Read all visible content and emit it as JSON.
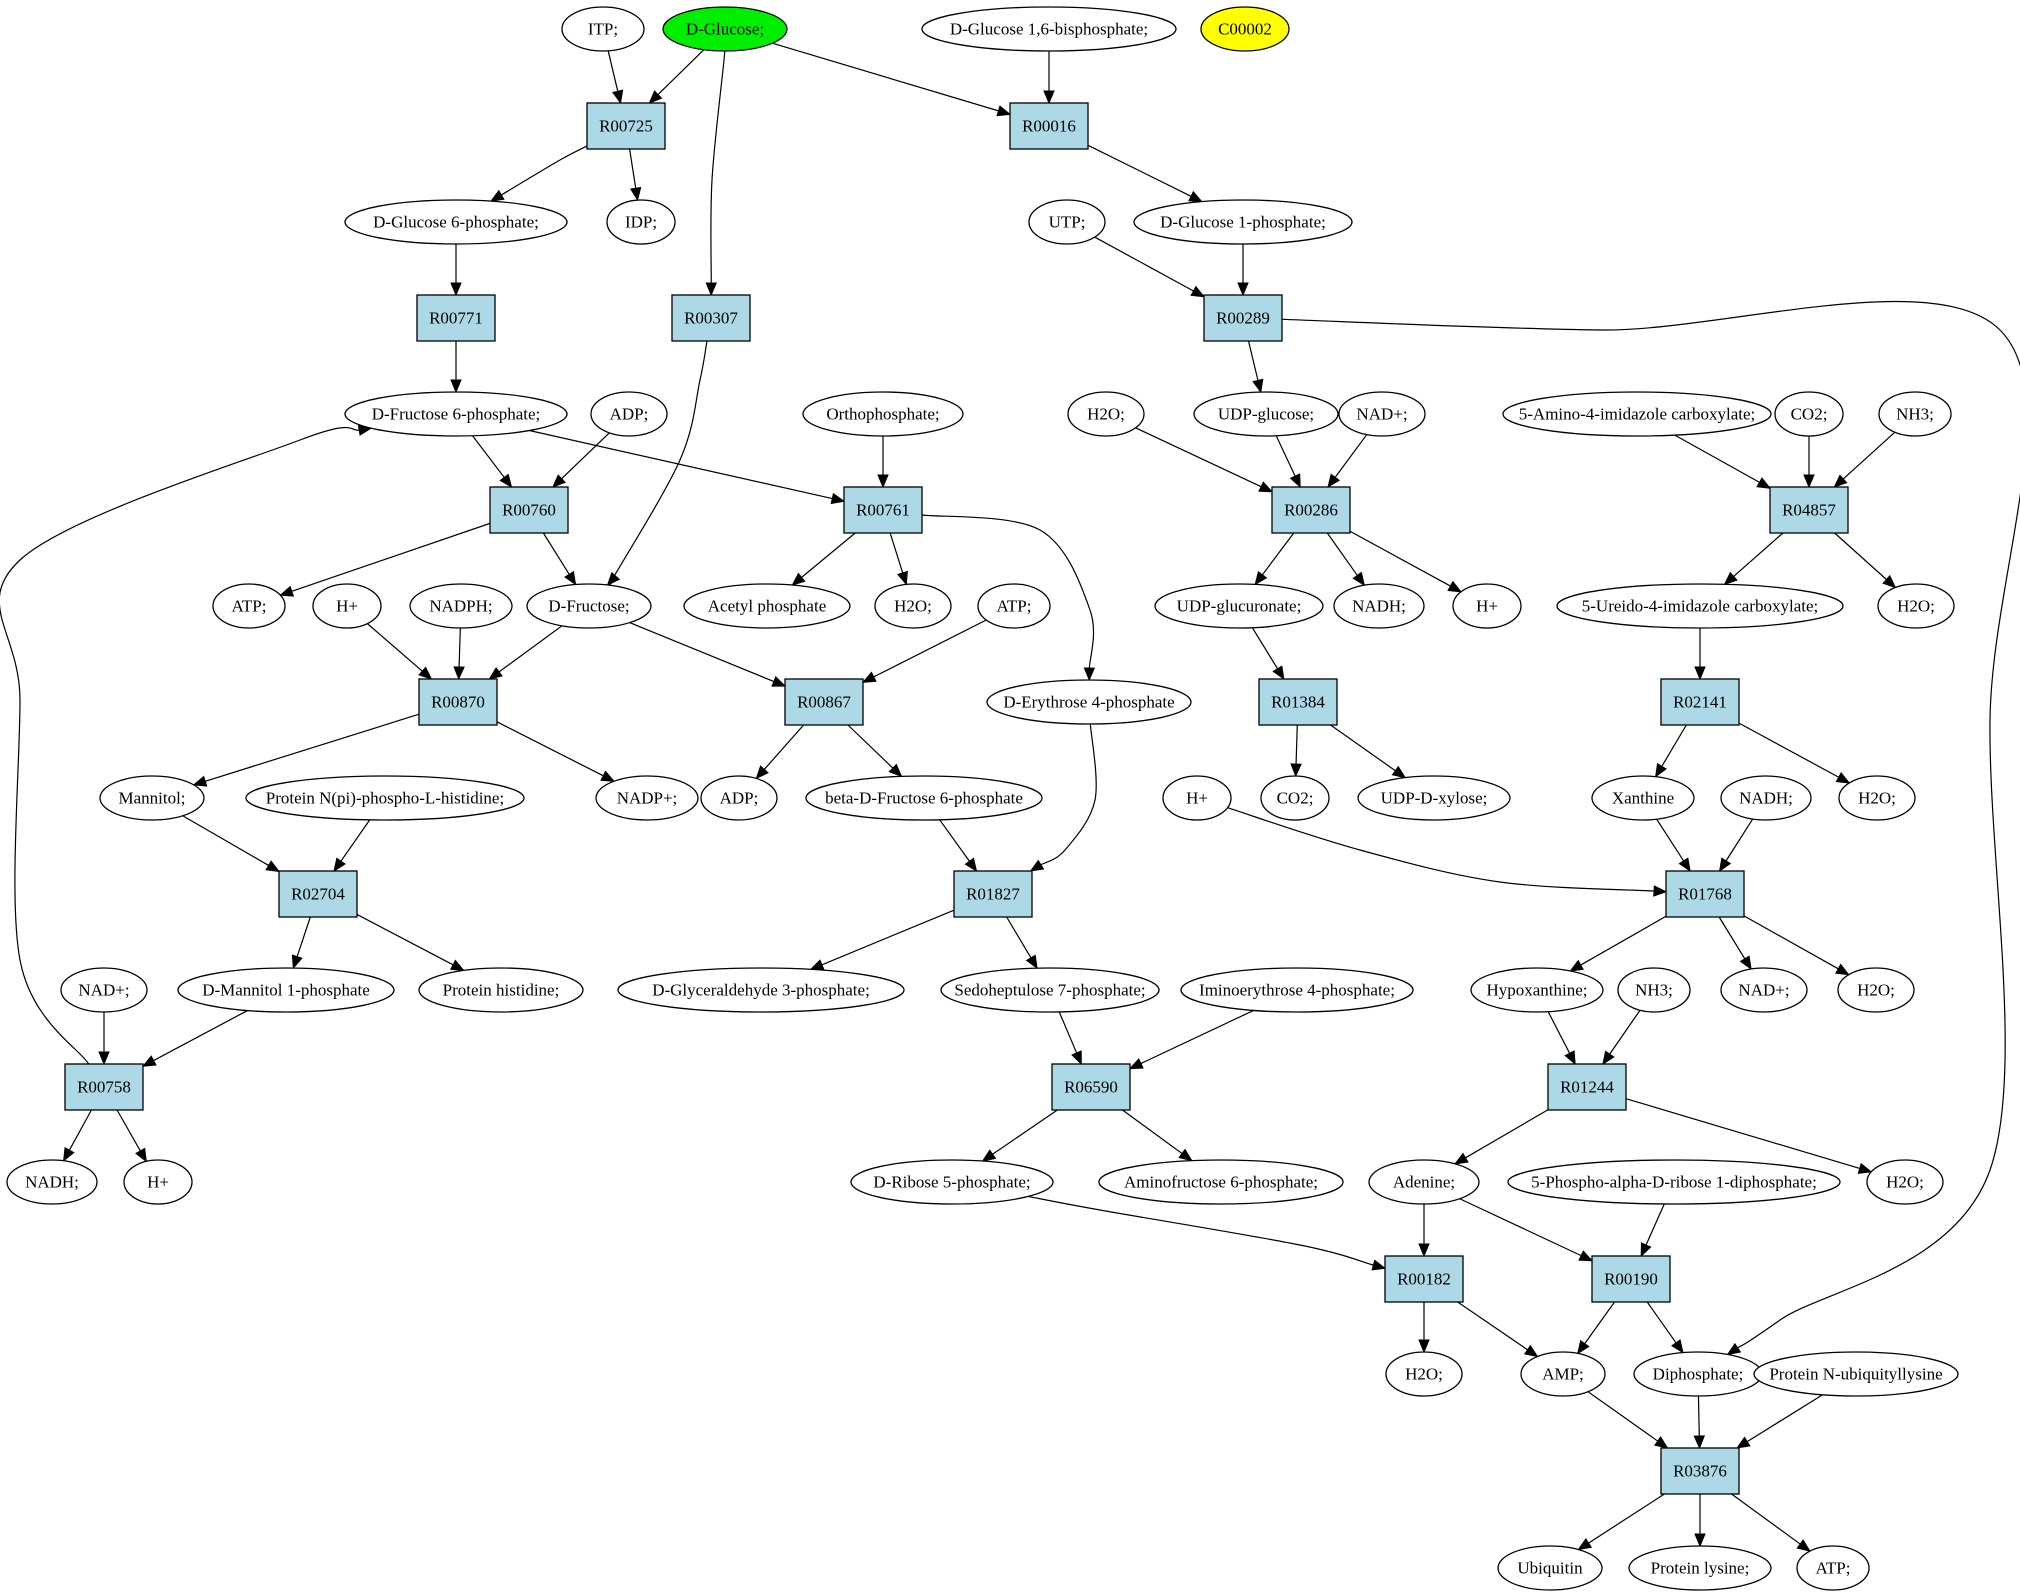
{
  "colors": {
    "reaction_fill": "#add8e6",
    "compound_fill": "#ffffff",
    "highlight_green": "#00ee00",
    "highlight_yellow": "#ffff00"
  },
  "reactions": [
    {
      "id": "R00725",
      "label": "R00725"
    },
    {
      "id": "R00016",
      "label": "R00016"
    },
    {
      "id": "R00771",
      "label": "R00771"
    },
    {
      "id": "R00307",
      "label": "R00307"
    },
    {
      "id": "R00289",
      "label": "R00289"
    },
    {
      "id": "R00760",
      "label": "R00760"
    },
    {
      "id": "R00761",
      "label": "R00761"
    },
    {
      "id": "R00286",
      "label": "R00286"
    },
    {
      "id": "R04857",
      "label": "R04857"
    },
    {
      "id": "R00870",
      "label": "R00870"
    },
    {
      "id": "R00867",
      "label": "R00867"
    },
    {
      "id": "R01384",
      "label": "R01384"
    },
    {
      "id": "R02141",
      "label": "R02141"
    },
    {
      "id": "R02704",
      "label": "R02704"
    },
    {
      "id": "R01827",
      "label": "R01827"
    },
    {
      "id": "R01768",
      "label": "R01768"
    },
    {
      "id": "R00758",
      "label": "R00758"
    },
    {
      "id": "R06590",
      "label": "R06590"
    },
    {
      "id": "R01244",
      "label": "R01244"
    },
    {
      "id": "R00182",
      "label": "R00182"
    },
    {
      "id": "R00190",
      "label": "R00190"
    },
    {
      "id": "R03876",
      "label": "R03876"
    }
  ],
  "compounds": [
    {
      "id": "itp",
      "label": "ITP;"
    },
    {
      "id": "dglucose",
      "label": "D-Glucose;",
      "fill": "green"
    },
    {
      "id": "dglc16bp",
      "label": "D-Glucose 1,6-bisphosphate;"
    },
    {
      "id": "c00002",
      "label": "C00002",
      "fill": "yellow"
    },
    {
      "id": "dglc6p",
      "label": "D-Glucose 6-phosphate;"
    },
    {
      "id": "idp",
      "label": "IDP;"
    },
    {
      "id": "utp",
      "label": "UTP;"
    },
    {
      "id": "dglc1p",
      "label": "D-Glucose 1-phosphate;"
    },
    {
      "id": "dfru6p",
      "label": "D-Fructose 6-phosphate;"
    },
    {
      "id": "adp1",
      "label": "ADP;"
    },
    {
      "id": "ortho",
      "label": "Orthophosphate;"
    },
    {
      "id": "h2o_a",
      "label": "H2O;"
    },
    {
      "id": "udpglc",
      "label": "UDP-glucose;"
    },
    {
      "id": "nadp_a",
      "label": "NAD+;"
    },
    {
      "id": "aic",
      "label": "5-Amino-4-imidazole carboxylate;"
    },
    {
      "id": "co2_a",
      "label": "CO2;"
    },
    {
      "id": "nh3_a",
      "label": "NH3;"
    },
    {
      "id": "atp_a",
      "label": "ATP;"
    },
    {
      "id": "hplus_a",
      "label": "H+"
    },
    {
      "id": "nadph",
      "label": "NADPH;"
    },
    {
      "id": "dfru",
      "label": "D-Fructose;"
    },
    {
      "id": "acetp",
      "label": "Acetyl phosphate"
    },
    {
      "id": "h2o_b",
      "label": "H2O;"
    },
    {
      "id": "atp_b",
      "label": "ATP;"
    },
    {
      "id": "udpglcur",
      "label": "UDP-glucuronate;"
    },
    {
      "id": "nadh_a",
      "label": "NADH;"
    },
    {
      "id": "hplus_b",
      "label": "H+"
    },
    {
      "id": "uic",
      "label": "5-Ureido-4-imidazole carboxylate;"
    },
    {
      "id": "h2o_c",
      "label": "H2O;"
    },
    {
      "id": "de4p",
      "label": "D-Erythrose 4-phosphate"
    },
    {
      "id": "mannitol",
      "label": "Mannitol;"
    },
    {
      "id": "prothisp",
      "label": "Protein N(pi)-phospho-L-histidine;"
    },
    {
      "id": "nadpplus",
      "label": "NADP+;"
    },
    {
      "id": "adp2",
      "label": "ADP;"
    },
    {
      "id": "bdf6p",
      "label": "beta-D-Fructose 6-phosphate"
    },
    {
      "id": "hplus_c",
      "label": "H+"
    },
    {
      "id": "co2_b",
      "label": "CO2;"
    },
    {
      "id": "udpxyl",
      "label": "UDP-D-xylose;"
    },
    {
      "id": "xanthine",
      "label": "Xanthine"
    },
    {
      "id": "nadh_b",
      "label": "NADH;"
    },
    {
      "id": "h2o_d",
      "label": "H2O;"
    },
    {
      "id": "nadp_b",
      "label": "NAD+;"
    },
    {
      "id": "dman1p",
      "label": "D-Mannitol 1-phosphate"
    },
    {
      "id": "prothis",
      "label": "Protein histidine;"
    },
    {
      "id": "dga3p",
      "label": "D-Glyceraldehyde 3-phosphate;"
    },
    {
      "id": "s7p",
      "label": "Sedoheptulose 7-phosphate;"
    },
    {
      "id": "ie4p",
      "label": "Iminoerythrose 4-phosphate;"
    },
    {
      "id": "hypox",
      "label": "Hypoxanthine;"
    },
    {
      "id": "nh3_b",
      "label": "NH3;"
    },
    {
      "id": "nadp_c",
      "label": "NAD+;"
    },
    {
      "id": "h2o_e",
      "label": "H2O;"
    },
    {
      "id": "nadh_c",
      "label": "NADH;"
    },
    {
      "id": "hplus_d",
      "label": "H+"
    },
    {
      "id": "dr5p",
      "label": "D-Ribose 5-phosphate;"
    },
    {
      "id": "af6p",
      "label": "Aminofructose 6-phosphate;"
    },
    {
      "id": "adenine",
      "label": "Adenine;"
    },
    {
      "id": "prpp",
      "label": "5-Phospho-alpha-D-ribose 1-diphosphate;"
    },
    {
      "id": "h2o_f",
      "label": "H2O;"
    },
    {
      "id": "h2o_g",
      "label": "H2O;"
    },
    {
      "id": "amp",
      "label": "AMP;"
    },
    {
      "id": "dipho",
      "label": "Diphosphate;"
    },
    {
      "id": "protubq",
      "label": "Protein N-ubiquityllysine"
    },
    {
      "id": "ubiq",
      "label": "Ubiquitin"
    },
    {
      "id": "protlys",
      "label": "Protein lysine;"
    },
    {
      "id": "atp_c",
      "label": "ATP;"
    }
  ],
  "edges": [
    [
      "itp",
      "R00725"
    ],
    [
      "dglucose",
      "R00725"
    ],
    [
      "dglucose",
      "R00016"
    ],
    [
      "dglucose",
      "R00307"
    ],
    [
      "dglc16bp",
      "R00016"
    ],
    [
      "R00725",
      "dglc6p"
    ],
    [
      "R00725",
      "idp"
    ],
    [
      "R00016",
      "dglc1p"
    ],
    [
      "dglc6p",
      "R00771"
    ],
    [
      "utp",
      "R00289"
    ],
    [
      "dglc1p",
      "R00289"
    ],
    [
      "R00771",
      "dfru6p"
    ],
    [
      "R00289",
      "udpglc"
    ],
    [
      "R00289",
      "dipho"
    ],
    [
      "dfru6p",
      "R00760"
    ],
    [
      "adp1",
      "R00760"
    ],
    [
      "dfru6p",
      "R00761"
    ],
    [
      "ortho",
      "R00761"
    ],
    [
      "R00307",
      "dfru"
    ],
    [
      "h2o_a",
      "R00286"
    ],
    [
      "udpglc",
      "R00286"
    ],
    [
      "nadp_a",
      "R00286"
    ],
    [
      "aic",
      "R04857"
    ],
    [
      "co2_a",
      "R04857"
    ],
    [
      "nh3_a",
      "R04857"
    ],
    [
      "R00760",
      "atp_a"
    ],
    [
      "R00760",
      "dfru"
    ],
    [
      "R00761",
      "acetp"
    ],
    [
      "R00761",
      "h2o_b"
    ],
    [
      "R00761",
      "de4p"
    ],
    [
      "R00286",
      "udpglcur"
    ],
    [
      "R00286",
      "nadh_a"
    ],
    [
      "R00286",
      "hplus_b"
    ],
    [
      "R04857",
      "uic"
    ],
    [
      "R04857",
      "h2o_c"
    ],
    [
      "hplus_a",
      "R00870"
    ],
    [
      "nadph",
      "R00870"
    ],
    [
      "dfru",
      "R00870"
    ],
    [
      "dfru",
      "R00867"
    ],
    [
      "atp_b",
      "R00867"
    ],
    [
      "udpglcur",
      "R01384"
    ],
    [
      "uic",
      "R02141"
    ],
    [
      "R00870",
      "mannitol"
    ],
    [
      "R00870",
      "nadpplus"
    ],
    [
      "R00867",
      "adp2"
    ],
    [
      "R00867",
      "bdf6p"
    ],
    [
      "R01384",
      "co2_b"
    ],
    [
      "R01384",
      "udpxyl"
    ],
    [
      "R02141",
      "xanthine"
    ],
    [
      "R02141",
      "h2o_d"
    ],
    [
      "mannitol",
      "R02704"
    ],
    [
      "prothisp",
      "R02704"
    ],
    [
      "bdf6p",
      "R01827"
    ],
    [
      "de4p",
      "R01827"
    ],
    [
      "hplus_c",
      "R01768"
    ],
    [
      "xanthine",
      "R01768"
    ],
    [
      "nadh_b",
      "R01768"
    ],
    [
      "R02704",
      "dman1p"
    ],
    [
      "R02704",
      "prothis"
    ],
    [
      "R01827",
      "dga3p"
    ],
    [
      "R01827",
      "s7p"
    ],
    [
      "R01768",
      "hypox"
    ],
    [
      "R01768",
      "nadp_c"
    ],
    [
      "R01768",
      "h2o_e"
    ],
    [
      "nadp_b",
      "R00758"
    ],
    [
      "dman1p",
      "R00758"
    ],
    [
      "R00758",
      "dfru6p"
    ],
    [
      "R00758",
      "nadh_c"
    ],
    [
      "R00758",
      "hplus_d"
    ],
    [
      "s7p",
      "R06590"
    ],
    [
      "ie4p",
      "R06590"
    ],
    [
      "hypox",
      "R01244"
    ],
    [
      "nh3_b",
      "R01244"
    ],
    [
      "R06590",
      "dr5p"
    ],
    [
      "R06590",
      "af6p"
    ],
    [
      "R01244",
      "adenine"
    ],
    [
      "R01244",
      "h2o_f"
    ],
    [
      "dr5p",
      "R00182"
    ],
    [
      "adenine",
      "R00182"
    ],
    [
      "adenine",
      "R00190"
    ],
    [
      "prpp",
      "R00190"
    ],
    [
      "R00182",
      "h2o_g"
    ],
    [
      "R00182",
      "amp"
    ],
    [
      "R00190",
      "amp"
    ],
    [
      "R00190",
      "dipho"
    ],
    [
      "amp",
      "R03876"
    ],
    [
      "dipho",
      "R03876"
    ],
    [
      "protubq",
      "R03876"
    ],
    [
      "R03876",
      "ubiq"
    ],
    [
      "R03876",
      "protlys"
    ],
    [
      "R03876",
      "atp_c"
    ]
  ]
}
